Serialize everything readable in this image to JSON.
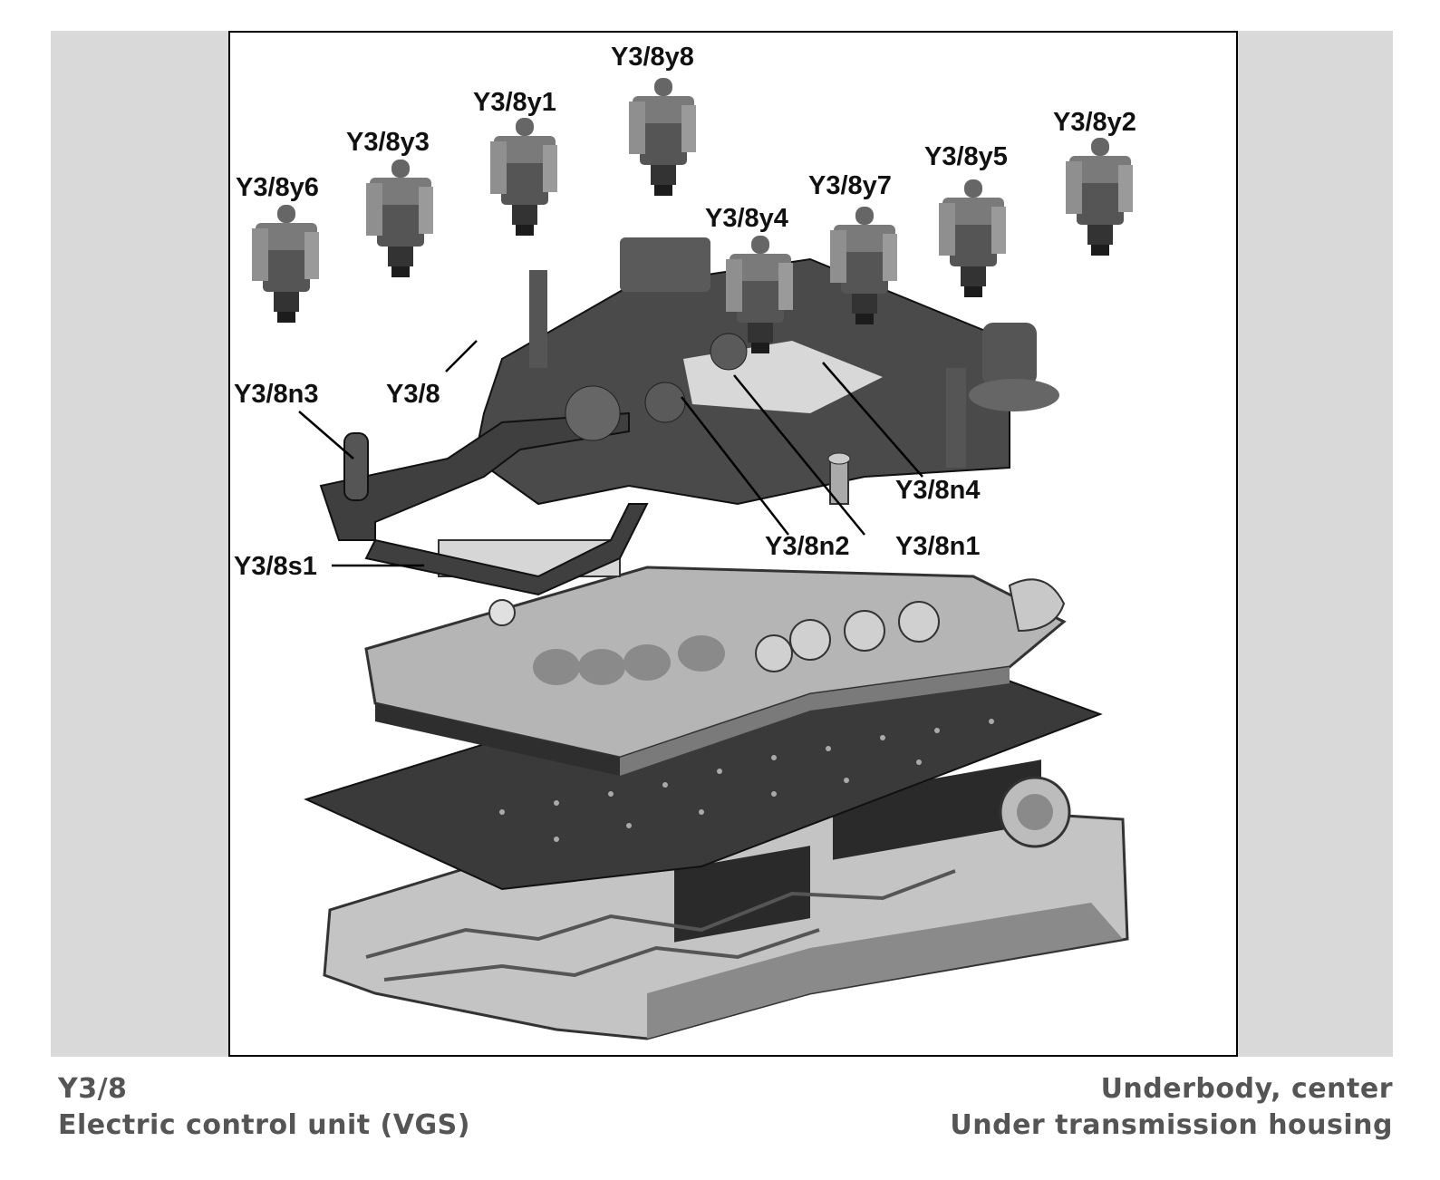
{
  "diagram": {
    "labels": {
      "y8": "Y3/8y8",
      "y1": "Y3/8y1",
      "y3": "Y3/8y3",
      "y6": "Y3/8y6",
      "y4": "Y3/8y4",
      "y7": "Y3/8y7",
      "y5": "Y3/8y5",
      "y2": "Y3/8y2",
      "n3": "Y3/8n3",
      "y38": "Y3/8",
      "n4": "Y3/8n4",
      "n2": "Y3/8n2",
      "n1": "Y3/8n1",
      "s1": "Y3/8s1"
    }
  },
  "caption": {
    "code": "Y3/8",
    "name": "Electric control unit (VGS)",
    "location_1": "Underbody, center",
    "location_2": "Under transmission housing"
  },
  "colors": {
    "panel": "#d9d9d9",
    "caption_text": "#555555",
    "label_text": "#111111"
  }
}
